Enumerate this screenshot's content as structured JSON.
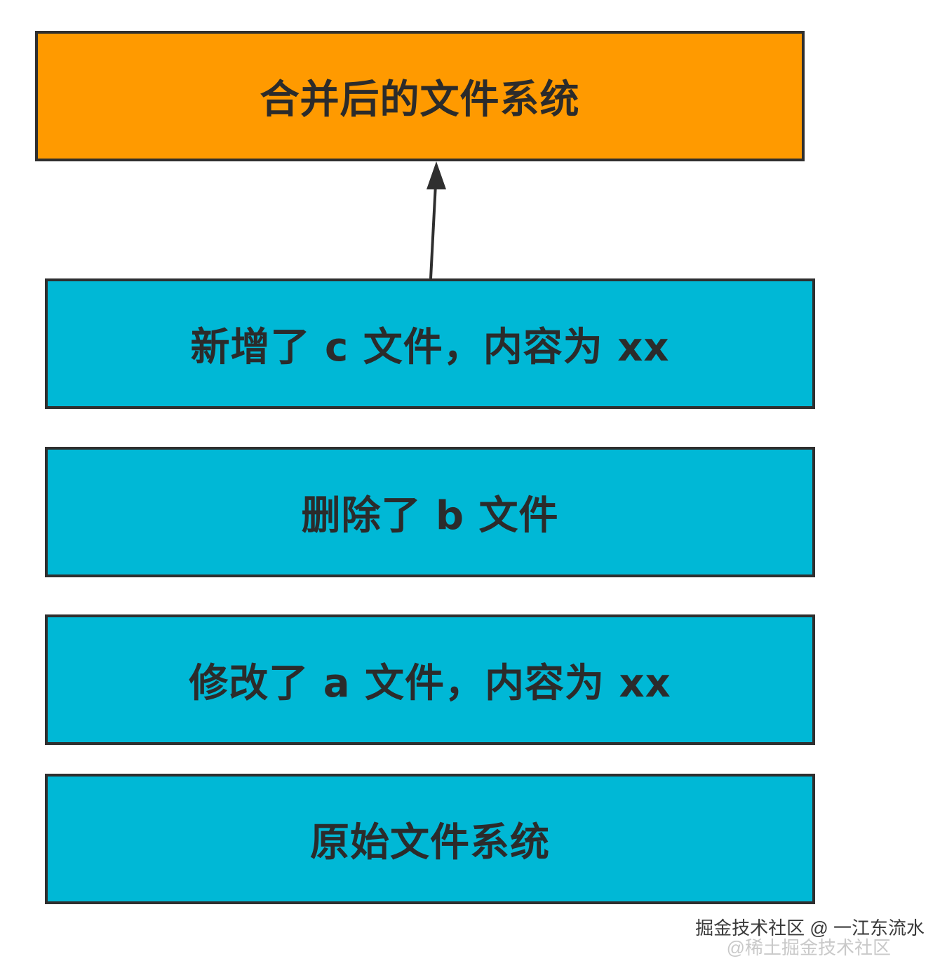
{
  "diagram": {
    "top_box": {
      "label": "合并后的文件系统",
      "color": "#ff9a00"
    },
    "layers": [
      {
        "label": "新增了 c 文件，内容为 xx",
        "color": "#00b8d6"
      },
      {
        "label": "删除了 b 文件",
        "color": "#00b8d6"
      },
      {
        "label": "修改了 a 文件，内容为 xx",
        "color": "#00b8d6"
      },
      {
        "label": "原始文件系统",
        "color": "#00b8d6"
      }
    ],
    "arrow_color": "#2f2f2f",
    "border_color": "#2f2f2f"
  },
  "watermark": {
    "primary": "掘金技术社区 @ 一江东流水",
    "secondary": "@稀土掘金技术社区"
  }
}
